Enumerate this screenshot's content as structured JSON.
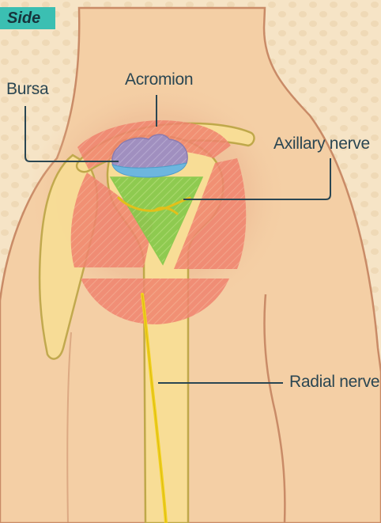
{
  "view_tag": "Side",
  "labels": {
    "bursa": "Bursa",
    "acromion": "Acromion",
    "axillary_nerve": "Axillary nerve",
    "radial_nerve": "Radial nerve"
  },
  "colors": {
    "background": "#f6e4c6",
    "skin": "#f4cfa5",
    "skin_outline": "#c98b67",
    "bone": "#f8dd96",
    "bone_outline": "#bfa84a",
    "muscle": "#f0836e",
    "triangle_space": "#86c94b",
    "bursa": "#9f93c2",
    "bursa_fluid": "#6db6df",
    "nerve": "#f2d21e",
    "tag": "#3bbfb2",
    "leader_line": "#2a4652"
  }
}
